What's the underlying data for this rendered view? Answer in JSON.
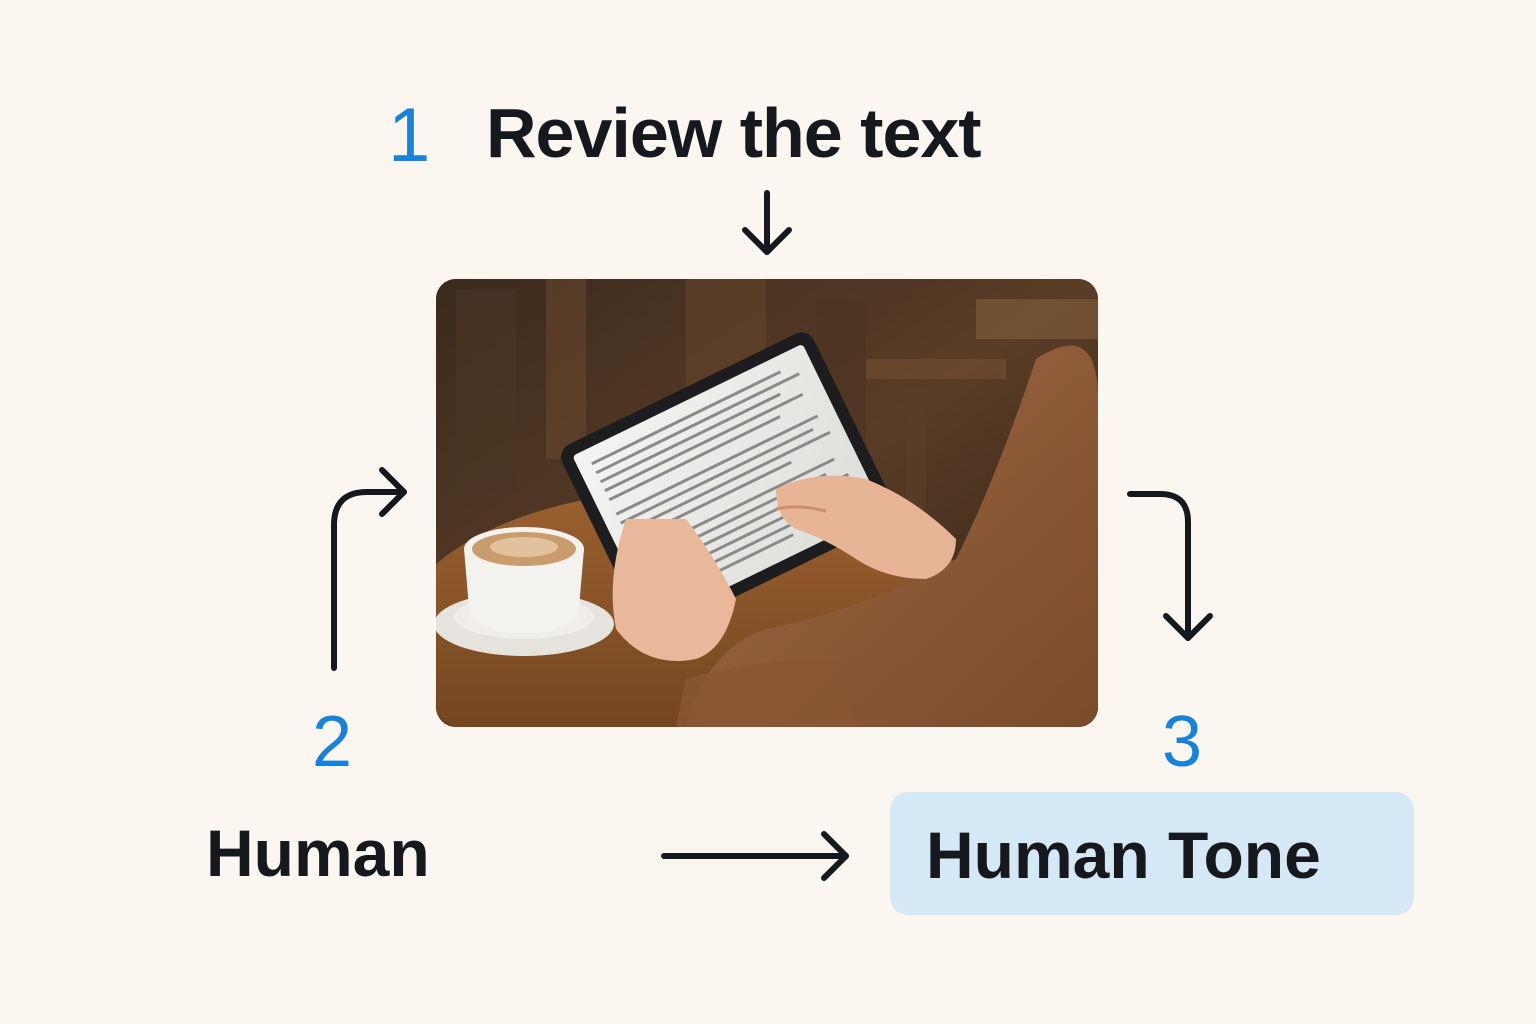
{
  "steps": {
    "step1": {
      "number": "1",
      "title": "Review the text"
    },
    "step2": {
      "number": "2",
      "label": "Human"
    },
    "step3": {
      "number": "3",
      "label": "Human Tone"
    }
  },
  "colors": {
    "background": "#fcf6f0",
    "number_accent": "#1782dc",
    "text": "#15181c",
    "highlight_box": "#d5e8f5",
    "arrow": "#15181c"
  },
  "icons": {
    "down_arrow": "arrow-down-icon",
    "up_right_arrow": "arrow-up-right-icon",
    "right_down_arrow": "arrow-right-down-icon",
    "right_arrow": "arrow-right-icon"
  }
}
